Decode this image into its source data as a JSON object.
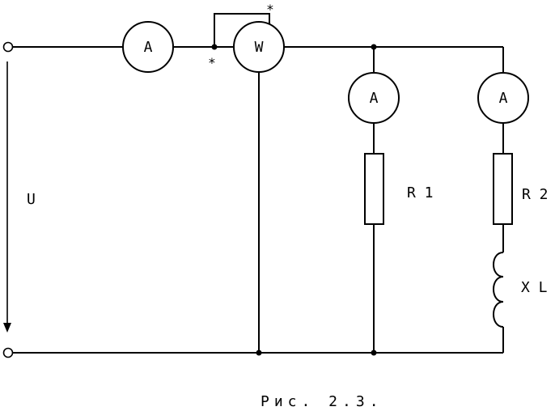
{
  "diagram": {
    "meters": {
      "main_ammeter": "A",
      "wattmeter": "W",
      "branch1_ammeter": "A",
      "branch2_ammeter": "A"
    },
    "labels": {
      "voltage": "U",
      "r1": "R 1",
      "r2": "R 2",
      "xl": "X L"
    },
    "wattmeter_marks": {
      "current_coil": "*",
      "voltage_coil": "*"
    },
    "caption": "Рис. 2.3."
  }
}
